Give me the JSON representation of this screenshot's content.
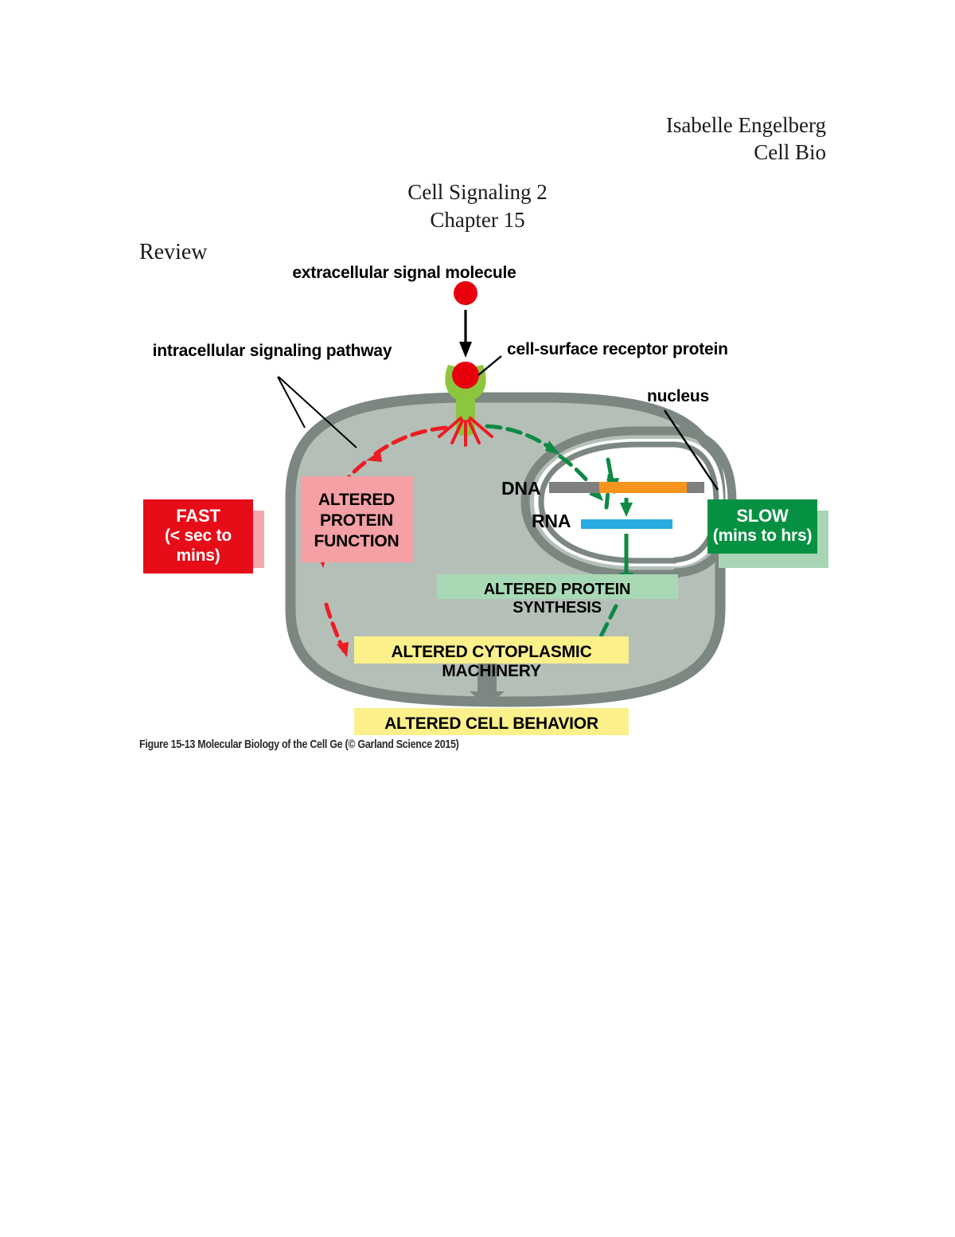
{
  "header": {
    "student_name": "Isabelle Engelberg",
    "course": "Cell Bio"
  },
  "title": {
    "line1": "Cell Signaling 2",
    "line2": "Chapter 15"
  },
  "section": {
    "heading": "Review"
  },
  "figure": {
    "caption": "Figure 15-13  Molecular Biology of the Cell Ge (© Garland Science 2015)",
    "labels": {
      "signal_molecule": "extracellular signal molecule",
      "intracellular_pathway": "intracellular signaling pathway",
      "receptor_protein": "cell-surface receptor protein",
      "nucleus": "nucleus",
      "dna": "DNA",
      "rna": "RNA"
    },
    "boxes": {
      "altered_protein_function": "ALTERED PROTEIN FUNCTION",
      "altered_protein_function_lines": [
        "ALTERED",
        "PROTEIN",
        "FUNCTION"
      ],
      "altered_protein_synthesis": "ALTERED PROTEIN SYNTHESIS",
      "altered_cytoplasmic_machinery": "ALTERED CYTOPLASMIC MACHINERY",
      "altered_cell_behavior": "ALTERED CELL BEHAVIOR"
    },
    "badges": {
      "fast": {
        "title": "FAST",
        "subtitle": "(< sec to mins)"
      },
      "slow": {
        "title": "SLOW",
        "subtitle": "(mins to hrs)"
      }
    },
    "colors": {
      "signal_molecule": "#e8000d",
      "receptor": "#8cc63e",
      "cytosol": "#b4bfb8",
      "membrane": "#7b8780",
      "fast_badge": "#e60c18",
      "fast_shadow": "#f4a8ab",
      "slow_badge": "#069142",
      "slow_shadow": "#a8d6b5",
      "protein_function_box": "#f4a0a4",
      "protein_synthesis_box": "#a6d9b4",
      "cytoplasmic_box": "#fbf08a",
      "cell_behavior_box": "#fbf08a",
      "fast_arrow": "#ec1c24",
      "slow_arrow": "#0d8a45",
      "dna_strand": "#7f7f7f",
      "dna_gene": "#f7941e",
      "rna_strand": "#29abe2"
    }
  }
}
